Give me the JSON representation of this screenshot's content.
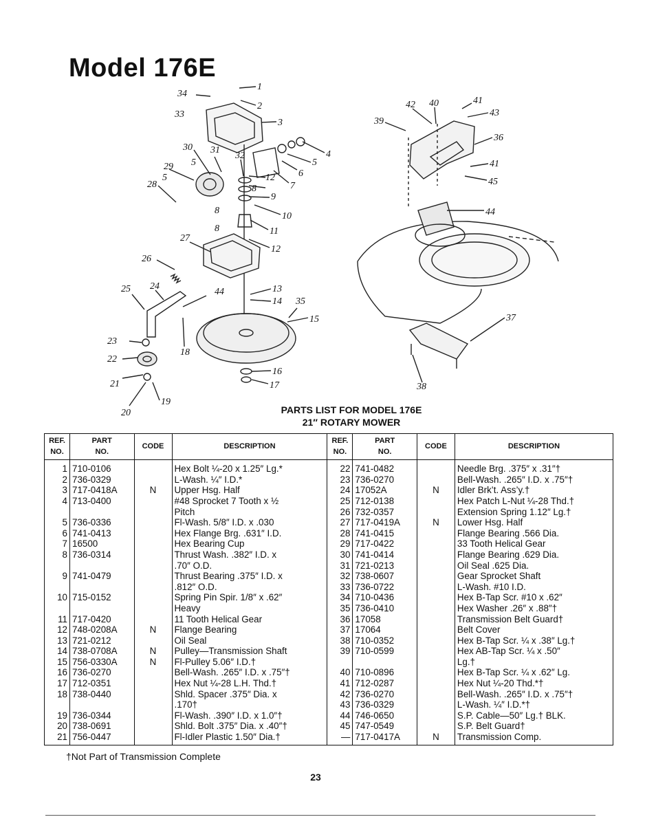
{
  "title": "Model 176E",
  "heading_line1": "PARTS LIST FOR MODEL 176E",
  "heading_line2": "21″ ROTARY MOWER",
  "columns": {
    "ref": [
      "REF.",
      "NO."
    ],
    "part": [
      "PART",
      "NO."
    ],
    "code": "CODE",
    "description": "DESCRIPTION"
  },
  "callouts": {
    "left": [
      "1",
      "2",
      "3",
      "4",
      "5",
      "6",
      "7",
      "8",
      "9",
      "10",
      "11",
      "12",
      "13",
      "14",
      "15",
      "16",
      "17",
      "18",
      "19",
      "20",
      "21",
      "22",
      "23",
      "24",
      "25",
      "26",
      "27",
      "28",
      "29",
      "30",
      "31",
      "32",
      "33",
      "34",
      "35",
      "44",
      "5",
      "5",
      "8",
      "8",
      "12"
    ],
    "right": [
      "42",
      "40",
      "41",
      "43",
      "39",
      "36",
      "41",
      "45",
      "44",
      "37",
      "38"
    ]
  },
  "rows_left": [
    {
      "ref": "1",
      "part": "710-0106",
      "code": "",
      "desc": [
        "Hex Bolt ¼-20 x 1.25″ Lg.*"
      ]
    },
    {
      "ref": "2",
      "part": "736-0329",
      "code": "",
      "desc": [
        "L-Wash. ¼″ I.D.*"
      ]
    },
    {
      "ref": "3",
      "part": "717-0418A",
      "code": "N",
      "desc": [
        "Upper Hsg. Half"
      ]
    },
    {
      "ref": "4",
      "part": "713-0400",
      "code": "",
      "desc": [
        "#48 Sprocket 7 Tooth x ½",
        "Pitch"
      ]
    },
    {
      "ref": "5",
      "part": "736-0336",
      "code": "",
      "desc": [
        "Fl-Wash. 5/8″ I.D. x .030"
      ]
    },
    {
      "ref": "6",
      "part": "741-0413",
      "code": "",
      "desc": [
        "Hex Flange Brg. .631″ I.D."
      ]
    },
    {
      "ref": "7",
      "part": "16500",
      "code": "",
      "desc": [
        "Hex Bearing Cup"
      ]
    },
    {
      "ref": "8",
      "part": "736-0314",
      "code": "",
      "desc": [
        "Thrust Wash. .382″ I.D. x",
        ".70″ O.D."
      ]
    },
    {
      "ref": "9",
      "part": "741-0479",
      "code": "",
      "desc": [
        "Thrust Bearing .375″ I.D. x",
        ".812″ O.D."
      ]
    },
    {
      "ref": "10",
      "part": "715-0152",
      "code": "",
      "desc": [
        "Spring Pin Spir. 1/8″ x .62″",
        "Heavy"
      ]
    },
    {
      "ref": "11",
      "part": "717-0420",
      "code": "",
      "desc": [
        "11 Tooth Helical Gear"
      ]
    },
    {
      "ref": "12",
      "part": "748-0208A",
      "code": "N",
      "desc": [
        "Flange Bearing"
      ]
    },
    {
      "ref": "13",
      "part": "721-0212",
      "code": "",
      "desc": [
        "Oil Seal"
      ]
    },
    {
      "ref": "14",
      "part": "738-0708A",
      "code": "N",
      "desc": [
        "Pulley—Transmission Shaft"
      ]
    },
    {
      "ref": "15",
      "part": "756-0330A",
      "code": "N",
      "desc": [
        "Fl-Pulley 5.06″ I.D.†"
      ]
    },
    {
      "ref": "16",
      "part": "736-0270",
      "code": "",
      "desc": [
        "Bell-Wash. .265″ I.D. x .75″†"
      ]
    },
    {
      "ref": "17",
      "part": "712-0351",
      "code": "",
      "desc": [
        "Hex Nut ¼-28 L.H. Thd.†"
      ]
    },
    {
      "ref": "18",
      "part": "738-0440",
      "code": "",
      "desc": [
        "Shld. Spacer .375″ Dia. x",
        ".170†"
      ]
    },
    {
      "ref": "19",
      "part": "736-0344",
      "code": "",
      "desc": [
        "Fl-Wash. .390″ I.D. x 1.0″†"
      ]
    },
    {
      "ref": "20",
      "part": "738-0691",
      "code": "",
      "desc": [
        "Shld. Bolt .375″ Dia. x .40″†"
      ]
    },
    {
      "ref": "21",
      "part": "756-0447",
      "code": "",
      "desc": [
        "Fl-Idler Plastic 1.50″ Dia.†"
      ]
    }
  ],
  "rows_right": [
    {
      "ref": "22",
      "part": "741-0482",
      "code": "",
      "desc": [
        "Needle Brg. .375″ x .31″†"
      ]
    },
    {
      "ref": "23",
      "part": "736-0270",
      "code": "",
      "desc": [
        "Bell-Wash. .265″ I.D. x .75″†"
      ]
    },
    {
      "ref": "24",
      "part": "17052A",
      "code": "N",
      "desc": [
        "Idler Brk’t. Ass’y.†"
      ]
    },
    {
      "ref": "25",
      "part": "712-0138",
      "code": "",
      "desc": [
        "Hex Patch L-Nut ¼-28 Thd.†"
      ]
    },
    {
      "ref": "26",
      "part": "732-0357",
      "code": "",
      "desc": [
        "Extension Spring 1.12″ Lg.†"
      ]
    },
    {
      "ref": "27",
      "part": "717-0419A",
      "code": "N",
      "desc": [
        "Lower Hsg. Half"
      ]
    },
    {
      "ref": "28",
      "part": "741-0415",
      "code": "",
      "desc": [
        "Flange Bearing .566 Dia."
      ]
    },
    {
      "ref": "29",
      "part": "717-0422",
      "code": "",
      "desc": [
        "33 Tooth Helical Gear"
      ]
    },
    {
      "ref": "30",
      "part": "741-0414",
      "code": "",
      "desc": [
        "Flange Bearing .629 Dia."
      ]
    },
    {
      "ref": "31",
      "part": "721-0213",
      "code": "",
      "desc": [
        "Oil Seal .625 Dia."
      ]
    },
    {
      "ref": "32",
      "part": "738-0607",
      "code": "",
      "desc": [
        "Gear Sprocket Shaft"
      ]
    },
    {
      "ref": "33",
      "part": "736-0722",
      "code": "",
      "desc": [
        "L-Wash. #10 I.D."
      ]
    },
    {
      "ref": "34",
      "part": "710-0436",
      "code": "",
      "desc": [
        "Hex B-Tap Scr. #10 x .62″"
      ]
    },
    {
      "ref": "35",
      "part": "736-0410",
      "code": "",
      "desc": [
        "Hex Washer .26″ x .88″†"
      ]
    },
    {
      "ref": "36",
      "part": "17058",
      "code": "",
      "desc": [
        "Transmission Belt Guard†"
      ]
    },
    {
      "ref": "37",
      "part": "17064",
      "code": "",
      "desc": [
        "Belt Cover"
      ]
    },
    {
      "ref": "38",
      "part": "710-0352",
      "code": "",
      "desc": [
        "Hex B-Tap Scr. ¼ x .38″ Lg.†"
      ]
    },
    {
      "ref": "39",
      "part": "710-0599",
      "code": "",
      "desc": [
        "Hex AB-Tap Scr. ¼ x .50″",
        "Lg.†"
      ]
    },
    {
      "ref": "40",
      "part": "710-0896",
      "code": "",
      "desc": [
        "Hex B-Tap Scr. ¼ x .62″ Lg."
      ]
    },
    {
      "ref": "41",
      "part": "712-0287",
      "code": "",
      "desc": [
        "Hex Nut ¼-20 Thd.*†"
      ]
    },
    {
      "ref": "42",
      "part": "736-0270",
      "code": "",
      "desc": [
        "Bell-Wash. .265″ I.D. x .75″†"
      ]
    },
    {
      "ref": "43",
      "part": "736-0329",
      "code": "",
      "desc": [
        "L-Wash. ¼″ I.D.*†"
      ]
    },
    {
      "ref": "44",
      "part": "746-0650",
      "code": "",
      "desc": [
        "S.P. Cable—50″ Lg.† BLK."
      ]
    },
    {
      "ref": "45",
      "part": "747-0549",
      "code": "",
      "desc": [
        "S.P. Belt Guard†"
      ]
    },
    {
      "ref": "—",
      "part": "717-0417A",
      "code": "N",
      "desc": [
        "Transmission Comp."
      ]
    }
  ],
  "footnote": "†Not Part of Transmission Complete",
  "page_number": "23"
}
